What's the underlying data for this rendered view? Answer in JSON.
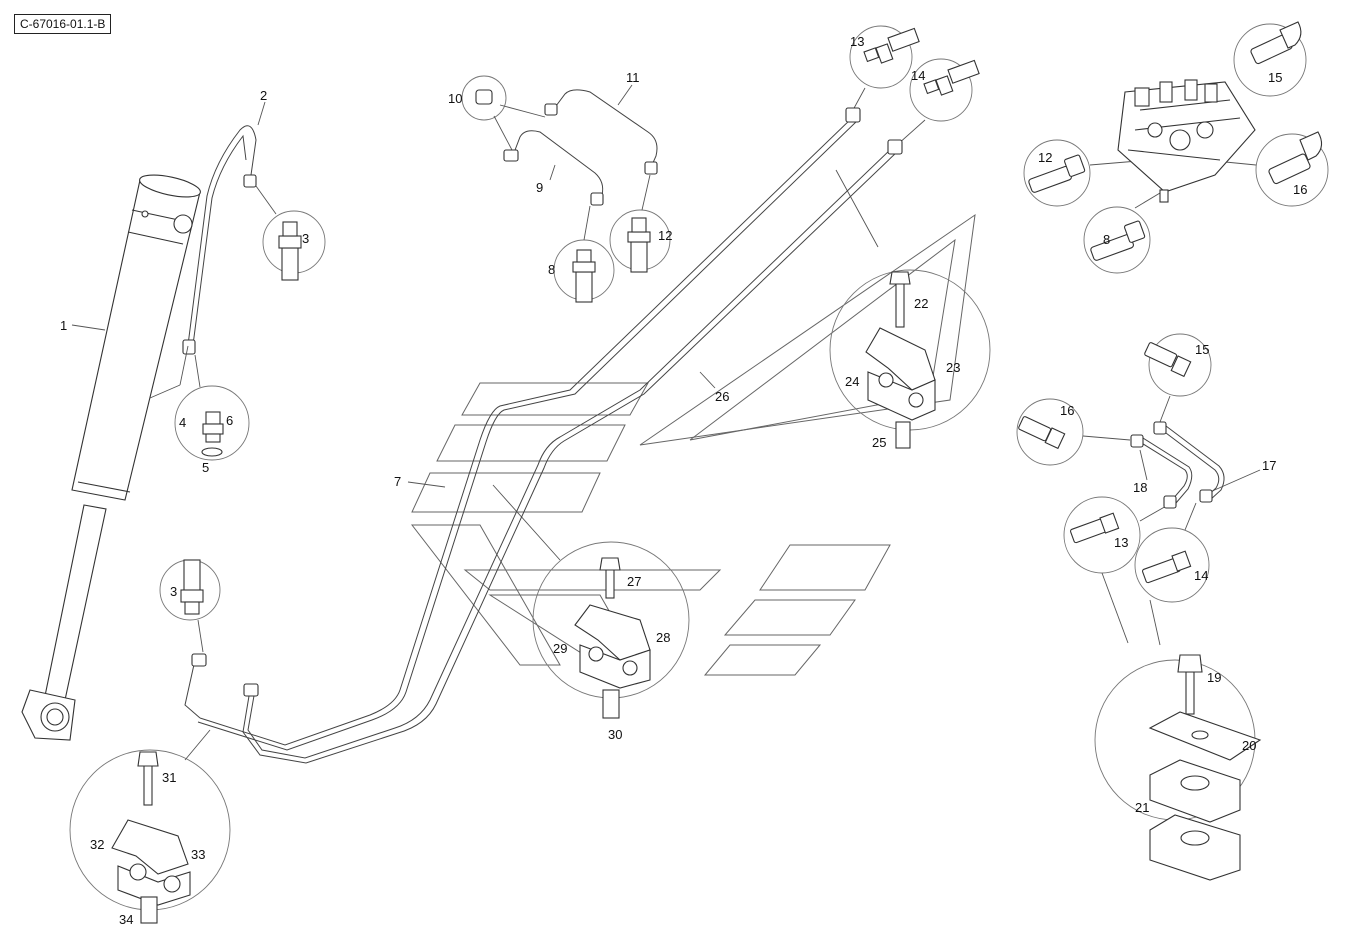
{
  "reference": "C-67016-01.1-B",
  "callouts": [
    "1",
    "2",
    "3",
    "4",
    "5",
    "6",
    "7",
    "8",
    "9",
    "10",
    "11",
    "12",
    "13",
    "14",
    "15",
    "16",
    "17",
    "18",
    "19",
    "20",
    "21",
    "22",
    "23",
    "24",
    "25",
    "26",
    "27",
    "28",
    "29",
    "30",
    "31",
    "32",
    "33",
    "34"
  ],
  "labels": [
    {
      "id": "l1",
      "text": "1"
    },
    {
      "id": "l2",
      "text": "2"
    },
    {
      "id": "l3a",
      "text": "3"
    },
    {
      "id": "l3b",
      "text": "3"
    },
    {
      "id": "l4",
      "text": "4"
    },
    {
      "id": "l5",
      "text": "5"
    },
    {
      "id": "l6",
      "text": "6"
    },
    {
      "id": "l7",
      "text": "7"
    },
    {
      "id": "l8a",
      "text": "8"
    },
    {
      "id": "l8b",
      "text": "8"
    },
    {
      "id": "l9",
      "text": "9"
    },
    {
      "id": "l10",
      "text": "10"
    },
    {
      "id": "l11",
      "text": "11"
    },
    {
      "id": "l12a",
      "text": "12"
    },
    {
      "id": "l12b",
      "text": "12"
    },
    {
      "id": "l13a",
      "text": "13"
    },
    {
      "id": "l13b",
      "text": "13"
    },
    {
      "id": "l14a",
      "text": "14"
    },
    {
      "id": "l14b",
      "text": "14"
    },
    {
      "id": "l15a",
      "text": "15"
    },
    {
      "id": "l15b",
      "text": "15"
    },
    {
      "id": "l16a",
      "text": "16"
    },
    {
      "id": "l16b",
      "text": "16"
    },
    {
      "id": "l17",
      "text": "17"
    },
    {
      "id": "l18",
      "text": "18"
    },
    {
      "id": "l19",
      "text": "19"
    },
    {
      "id": "l20",
      "text": "20"
    },
    {
      "id": "l21",
      "text": "21"
    },
    {
      "id": "l22",
      "text": "22"
    },
    {
      "id": "l23",
      "text": "23"
    },
    {
      "id": "l24",
      "text": "24"
    },
    {
      "id": "l25",
      "text": "25"
    },
    {
      "id": "l26",
      "text": "26"
    },
    {
      "id": "l27",
      "text": "27"
    },
    {
      "id": "l28",
      "text": "28"
    },
    {
      "id": "l29",
      "text": "29"
    },
    {
      "id": "l30",
      "text": "30"
    },
    {
      "id": "l31",
      "text": "31"
    },
    {
      "id": "l32",
      "text": "32"
    },
    {
      "id": "l33",
      "text": "33"
    },
    {
      "id": "l34",
      "text": "34"
    }
  ]
}
